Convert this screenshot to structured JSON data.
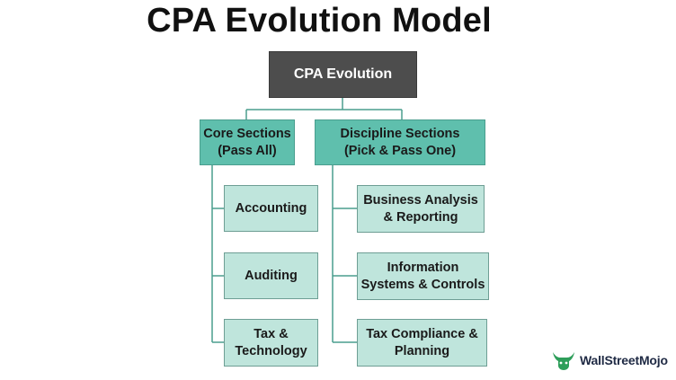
{
  "title": "CPA Evolution Model",
  "root": {
    "label": "CPA Evolution"
  },
  "core": {
    "line1": "Core Sections",
    "line2": "(Pass All)",
    "items": [
      {
        "line1": "Accounting",
        "line2": ""
      },
      {
        "line1": "Auditing",
        "line2": ""
      },
      {
        "line1": "Tax &",
        "line2": "Technology"
      }
    ]
  },
  "discipline": {
    "line1": "Discipline Sections",
    "line2": "(Pick & Pass One)",
    "items": [
      {
        "line1": "Business Analysis",
        "line2": "& Reporting"
      },
      {
        "line1": "Information",
        "line2": "Systems & Controls"
      },
      {
        "line1": "Tax Compliance &",
        "line2": "Planning"
      }
    ]
  },
  "brand": {
    "name": "WallStreetMojo"
  },
  "colors": {
    "root_fill": "#4d4d4d",
    "section_fill": "#5fbfad",
    "leaf_fill": "#bfe5dc",
    "connector": "#4a9e8e"
  }
}
